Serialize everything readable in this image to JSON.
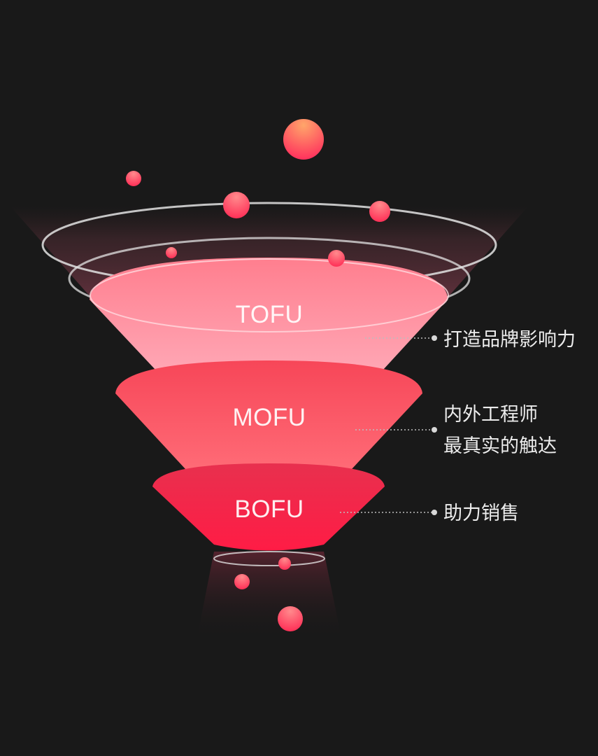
{
  "funnel": {
    "stages": [
      {
        "id": "tofu",
        "label": "TOFU",
        "description": [
          "打造品牌影响力"
        ],
        "color": "#ff8e9e"
      },
      {
        "id": "mofu",
        "label": "MOFU",
        "description": [
          "内外工程师",
          "最真实的触达"
        ],
        "color": "#f9505f"
      },
      {
        "id": "bofu",
        "label": "BOFU",
        "description": [
          "助力销售"
        ],
        "color": "#ff2148"
      }
    ]
  },
  "colors": {
    "background": "#191919",
    "ring": "#e8e8e8",
    "ball_top": "#ffa36a",
    "ball_bottom": "#ff2a5a",
    "connector": "#bdbdbd"
  }
}
